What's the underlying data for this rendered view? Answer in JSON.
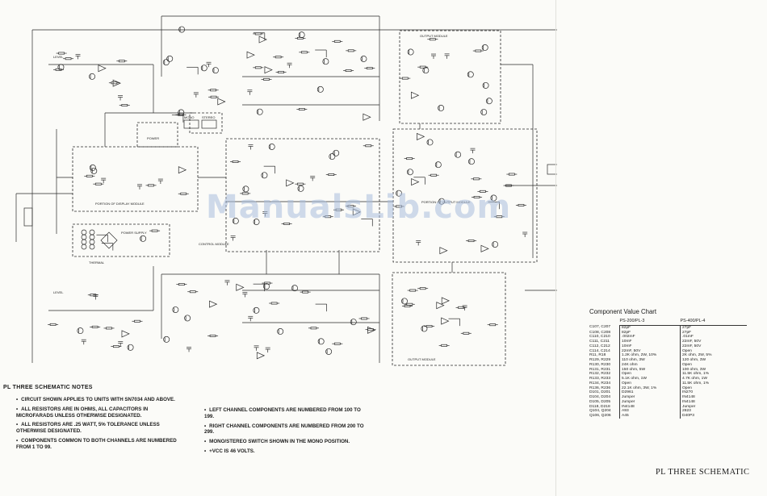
{
  "schematic": {
    "level_label": "LEVEL",
    "output_module_label": "OUTPUT MODULE",
    "portion_display_label": "PORTION OF DISPLAY MODULE",
    "portion_output_label": "PORTION OF OUTPUT MODULE",
    "power_supply_label": "POWER SUPPLY",
    "control_module_label": "CONTROL MODULE",
    "mono_label": "MONO",
    "stereo_label": "STEREO",
    "power_label": "POWER",
    "thermal_label": "THERMAL"
  },
  "notes": {
    "title": "PL THREE SCHEMATIC NOTES",
    "items_left": [
      "Circuit shown applies to units with SN7034 and above.",
      "All resistors are in ohms, all capacitors in microfarads unless otherwise designated.",
      "All resistors are .25 watt, 5% tolerance unless otherwise designated.",
      "Components common to both channels are numbered from 1 to 99."
    ],
    "items_right": [
      "Left channel components are numbered from 100 to 199.",
      "Right channel components are numbered from 200 to 299.",
      "Mono/stereo switch shown in the mono position.",
      "+VCC is 46 volts."
    ]
  },
  "component_chart": {
    "title": "Component Value Chart",
    "columns": [
      "PS-200/PL-3",
      "PS-400/PL-4"
    ],
    "rows": [
      {
        "ref": "C107, C207",
        "a": "82pF",
        "b": "27pF"
      },
      {
        "ref": "C108, C208",
        "a": "82pF",
        "b": "27pF"
      },
      {
        "ref": "C110, C210",
        "a": ".002mF",
        "b": ".01mF"
      },
      {
        "ref": "C111, C211",
        "a": "10mF",
        "b": "22mF, 50V"
      },
      {
        "ref": "C112, C212",
        "a": "10mF",
        "b": "22mF, 50V"
      },
      {
        "ref": "C114, C214",
        "a": "22mF, 50V",
        "b": "Open"
      },
      {
        "ref": "R11, R18",
        "a": "1.2K ohm, 2W, 10%",
        "b": "2K ohm, 2W, 5%"
      },
      {
        "ref": "R129, R229",
        "a": "110 ohm, 3W",
        "b": "120 ohm, 3W"
      },
      {
        "ref": "R130, R230",
        "a": "24K ohm",
        "b": "Open"
      },
      {
        "ref": "R131, R231",
        "a": "150 ohm, 5W",
        "b": "100 ohm, 3W"
      },
      {
        "ref": "R132, R232",
        "a": "Open",
        "b": "11.5K ohm, 1%"
      },
      {
        "ref": "R133, R233",
        "a": "5.1K ohm, 1W",
        "b": "4.7K ohm, 1W"
      },
      {
        "ref": "R134, R234",
        "a": "Open",
        "b": "11.5K ohm, 1%"
      },
      {
        "ref": "R136, R236",
        "a": "22.1K ohm, 3W, 1%",
        "b": "Open"
      },
      {
        "ref": "D101, D201",
        "a": "D2961",
        "b": "IN270"
      },
      {
        "ref": "D104, D204",
        "a": "Jumper",
        "b": "IN4148"
      },
      {
        "ref": "D105, D205",
        "a": "Jumper",
        "b": "IN4148"
      },
      {
        "ref": "D118, D218",
        "a": "IN4148",
        "b": "Jumper"
      },
      {
        "ref": "Q104, Q204",
        "a": "A93",
        "b": "2823"
      },
      {
        "ref": "Q106, Q206",
        "a": "A45",
        "b": "D40P3"
      }
    ]
  },
  "footer_title": "PL THREE SCHEMATIC",
  "watermark": "ManualsLib.com"
}
